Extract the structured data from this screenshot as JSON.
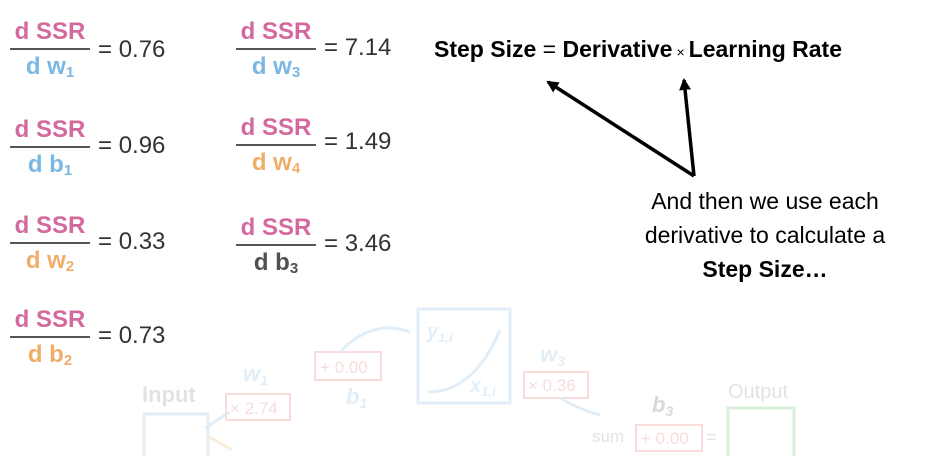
{
  "derivatives": [
    {
      "numerator": "d SSR",
      "den_base": "d w",
      "den_sub": "1",
      "den_color": "blue",
      "value": "0.76"
    },
    {
      "numerator": "d SSR",
      "den_base": "d b",
      "den_sub": "1",
      "den_color": "blue",
      "value": "0.96"
    },
    {
      "numerator": "d SSR",
      "den_base": "d w",
      "den_sub": "2",
      "den_color": "orange",
      "value": "0.33"
    },
    {
      "numerator": "d SSR",
      "den_base": "d b",
      "den_sub": "2",
      "den_color": "orange",
      "value": "0.73"
    },
    {
      "numerator": "d SSR",
      "den_base": "d w",
      "den_sub": "3",
      "den_color": "blue",
      "value": "7.14"
    },
    {
      "numerator": "d SSR",
      "den_base": "d w",
      "den_sub": "4",
      "den_color": "orange",
      "value": "1.49"
    },
    {
      "numerator": "d SSR",
      "den_base": "d b",
      "den_sub": "3",
      "den_color": "gray",
      "value": "3.46"
    }
  ],
  "equals": "=",
  "step_equation": {
    "lhs": "Step Size",
    "equals": "=",
    "term1": "Derivative",
    "times": "×",
    "term2": "Learning Rate"
  },
  "note": {
    "line1": "And then we use each",
    "line2": "derivative to calculate a",
    "line3": "Step Size…"
  },
  "background_network": {
    "input_label": "Input",
    "w1": "w",
    "w1_sub": "1",
    "w1_mult": "× 2.74",
    "bias1_add": "+ 0.00",
    "b1": "b",
    "b1_sub": "1",
    "y_label": "y",
    "y_sub": "1,i",
    "x_label": "x",
    "x_sub": "1,i",
    "w3": "w",
    "w3_sub": "3",
    "w3_mult": "× 0.36",
    "b3": "b",
    "b3_sub": "3",
    "sum_label": "sum",
    "bias3_add": "+ 0.00",
    "sum_equals": "=",
    "output_label": "Output"
  }
}
